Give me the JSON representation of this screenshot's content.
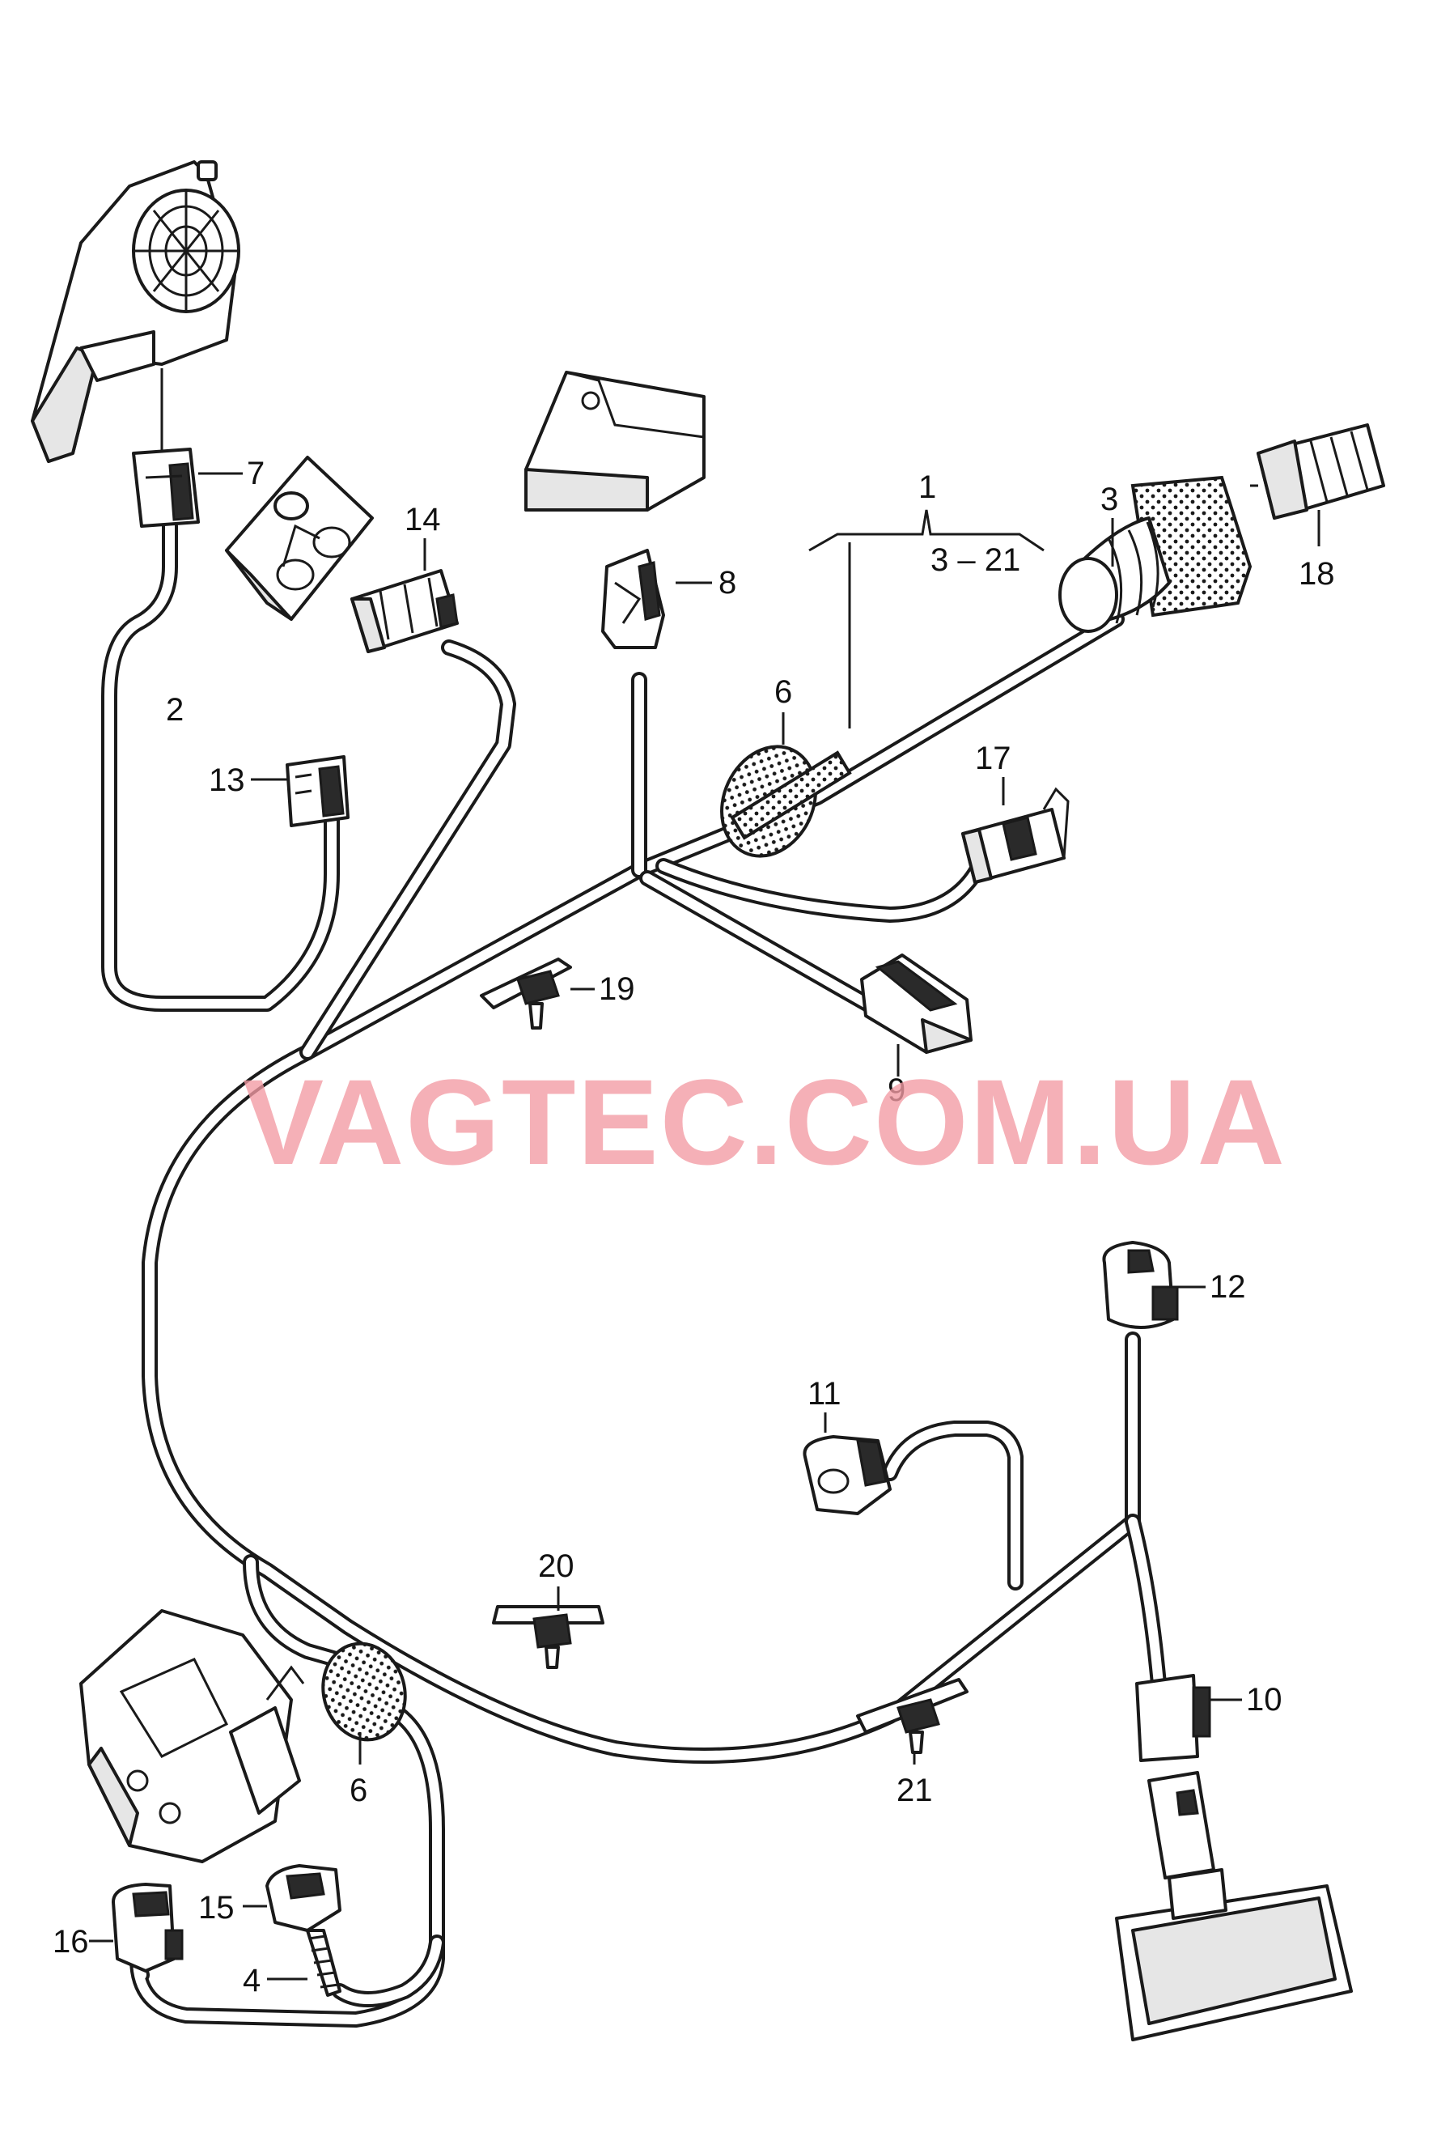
{
  "watermark": "VAGTEC.COM.UA",
  "callouts": {
    "c1": "1",
    "c3_21": "3 – 21",
    "c2": "2",
    "c3": "3",
    "c4": "4",
    "c6a": "6",
    "c6b": "6",
    "c7": "7",
    "c8": "8",
    "c9": "9",
    "c10": "10",
    "c11": "11",
    "c12": "12",
    "c13": "13",
    "c14": "14",
    "c15": "15",
    "c16": "16",
    "c17": "17",
    "c18": "18",
    "c19": "19",
    "c20": "20",
    "c21": "21"
  }
}
